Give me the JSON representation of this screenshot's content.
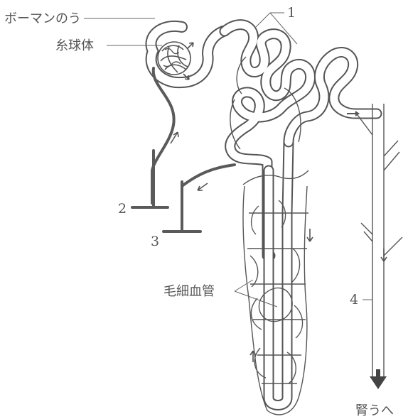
{
  "labels": {
    "bowman": "ボーマンのう",
    "glomerulus": "糸球体",
    "capillary": "毛細血管",
    "to_renal_pelvis": "腎うへ",
    "n1": "1",
    "n2": "2",
    "n3": "3",
    "n4": "4"
  },
  "colors": {
    "line": "#555555",
    "background": "#ffffff"
  }
}
